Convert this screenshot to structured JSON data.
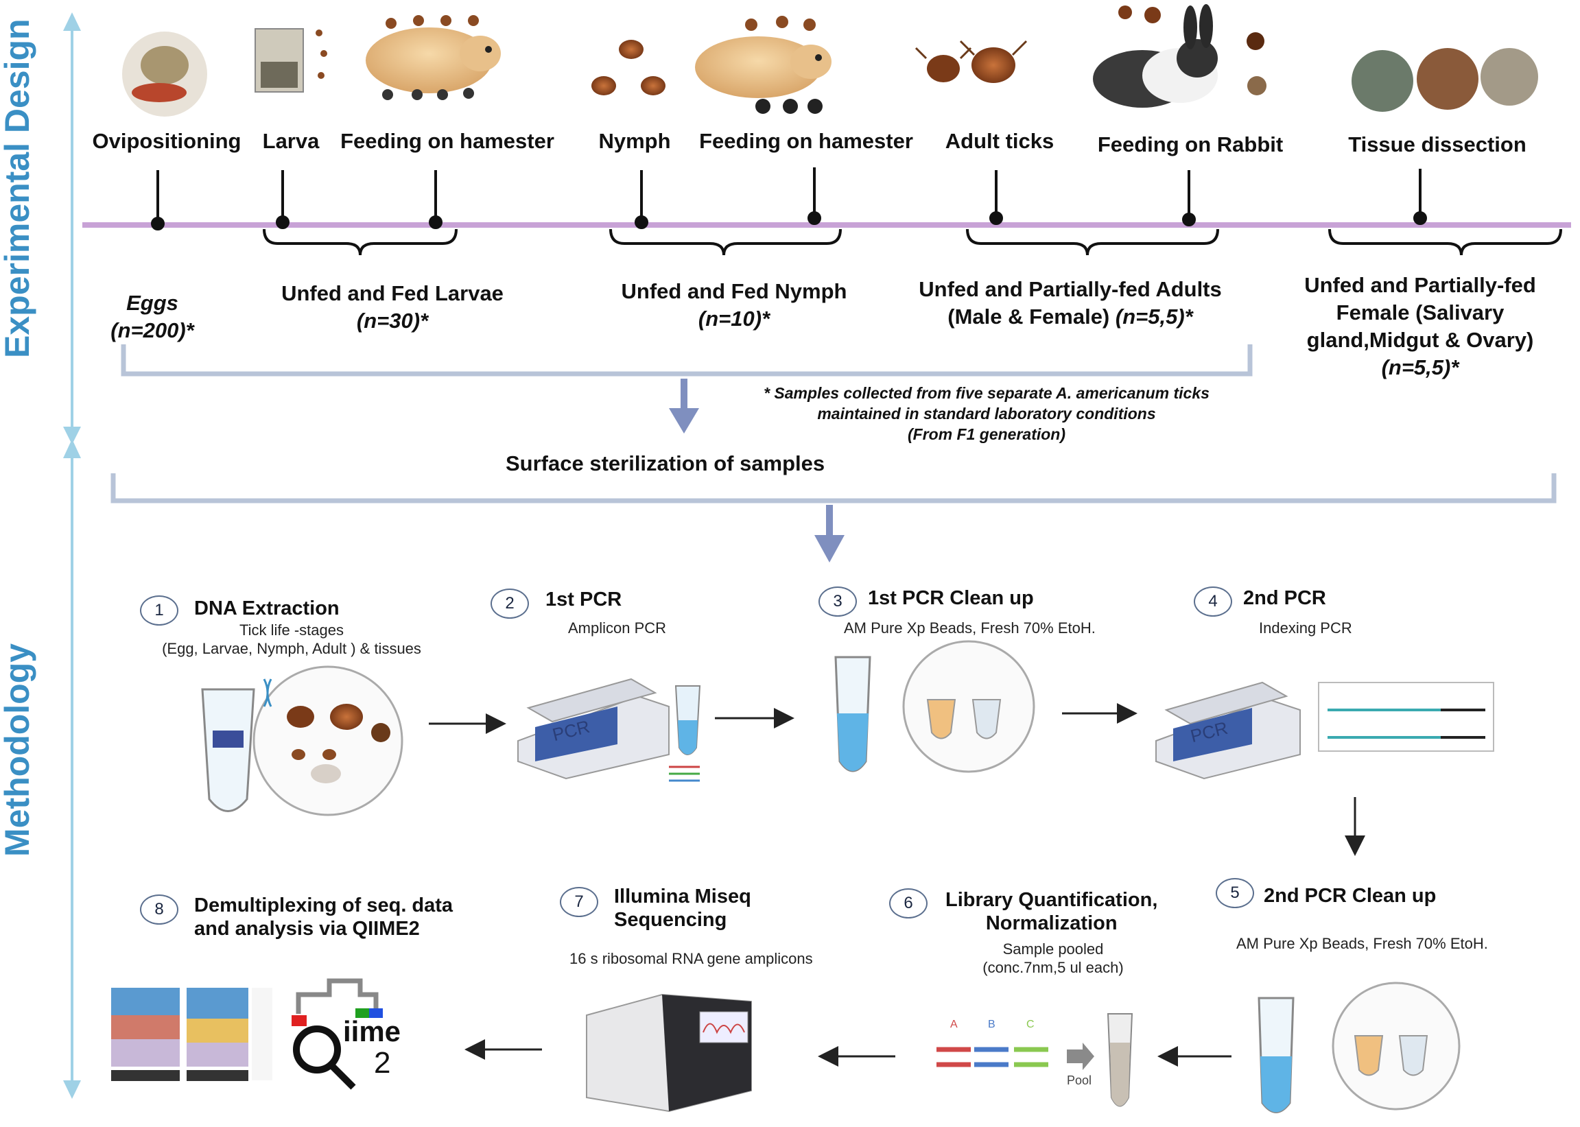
{
  "sections": {
    "top": "Experimental Design",
    "bottom": "Methodology"
  },
  "stages": [
    "Ovipositioning",
    "Larva",
    "Feeding on hamester",
    "Nymph",
    "Feeding on hamester",
    "Adult ticks",
    "Feeding on Rabbit",
    "Tissue dissection"
  ],
  "groups": {
    "eggs": {
      "label": "Eggs",
      "n": "(n=200)*"
    },
    "larvae": {
      "label": "Unfed and Fed Larvae",
      "n": "(n=30)*"
    },
    "nymph": {
      "label": "Unfed and Fed Nymph",
      "n": "(n=10)*"
    },
    "adults": {
      "line1": "Unfed and Partially-fed Adults",
      "line2": "(Male & Female)",
      "n": "(n=5,5)*"
    },
    "female": {
      "line1": "Unfed  and Partially-fed",
      "line2": "Female  (Salivary",
      "line3": "gland,Midgut & Ovary)",
      "n": "(n=5,5)*"
    }
  },
  "note": {
    "line1": "* Samples collected from five separate  A. americanum ticks",
    "line2": "maintained in  standard  laboratory conditions",
    "line3": "(From F1 generation)"
  },
  "sterilization": "Surface sterilization of samples",
  "steps": [
    {
      "num": "1",
      "title": "DNA Extraction",
      "sub1": "Tick life -stages",
      "sub2": "(Egg, Larvae, Nymph, Adult ) & tissues"
    },
    {
      "num": "2",
      "title": "1st PCR",
      "sub1": "Amplicon PCR"
    },
    {
      "num": "3",
      "title": "1st  PCR Clean  up",
      "sub1": "AM Pure Xp Beads, Fresh 70% EtoH."
    },
    {
      "num": "4",
      "title": "2nd   PCR",
      "sub1": "Indexing PCR"
    },
    {
      "num": "5",
      "title": "2nd PCR Clean  up",
      "sub1": "AM Pure Xp Beads, Fresh 70% EtoH."
    },
    {
      "num": "6",
      "title1": "Library Quantification,",
      "title2": "Normalization",
      "sub1": "Sample pooled",
      "sub2": "(conc.7nm,5 ul each)"
    },
    {
      "num": "7",
      "title1": "Illumina Miseq",
      "title2": "Sequencing",
      "sub1": "16 s ribosomal RNA gene amplicons"
    },
    {
      "num": "8",
      "title1": "Demultiplexing of seq. data",
      "title2": "and analysis via QIIME2"
    }
  ],
  "device_labels": {
    "pcr": "PCR",
    "pool": "Pool",
    "a": "A",
    "b": "B",
    "c": "C",
    "qiime": "iime",
    "qiime2": "2"
  },
  "colors": {
    "section": "#3a8fc4",
    "timeline": "#c8a2d6",
    "bracket": "#b8c4d8",
    "arrow": "#7f8fbf"
  }
}
